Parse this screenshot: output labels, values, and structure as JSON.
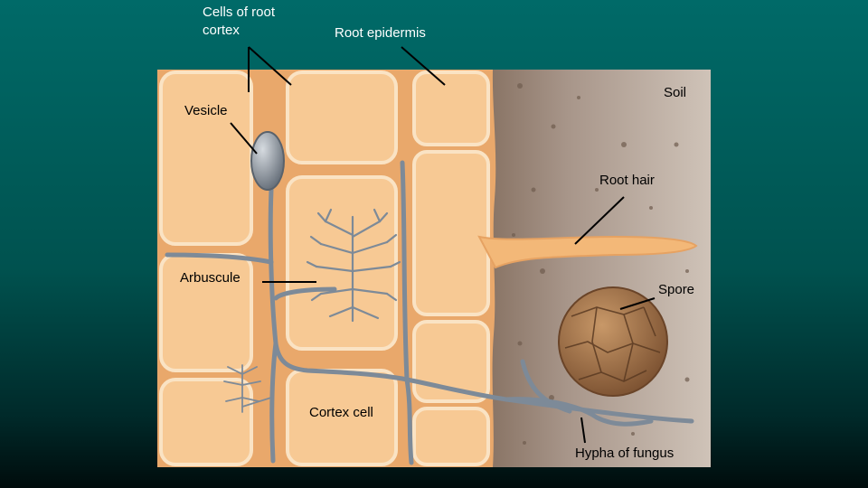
{
  "slide": {
    "background_color": "#006a68"
  },
  "labels": {
    "cells_of_root_cortex_line1": "Cells of root",
    "cells_of_root_cortex_line2": "cortex",
    "root_epidermis": "Root epidermis",
    "soil": "Soil",
    "vesicle": "Vesicle",
    "root_hair": "Root hair",
    "arbuscule": "Arbuscule",
    "spore": "Spore",
    "cortex_cell": "Cortex cell",
    "hypha_of_fungus": "Hypha of fungus"
  },
  "colors": {
    "cell_fill": "#f6c890",
    "cell_wall": "#f9e2c2",
    "cell_gap": "#e8a768",
    "soil": "#9a8676",
    "hypha": "#7d8a98",
    "spore": "#a87646"
  }
}
